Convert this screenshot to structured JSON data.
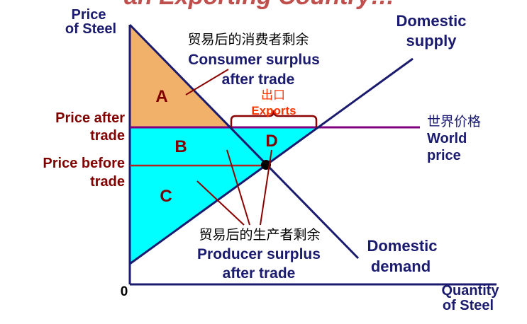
{
  "slide": {
    "title_fragment": "an Exporting Country…"
  },
  "axes": {
    "y_label_line1": "Price",
    "y_label_line2": "of Steel",
    "origin": "0",
    "x_label_line1": "Quantity",
    "x_label_line2": "of Steel"
  },
  "price_labels": {
    "after_line1": "Price after",
    "after_line2": "trade",
    "before_line1": "Price before",
    "before_line2": "trade"
  },
  "curves": {
    "supply_line1": "Domestic",
    "supply_line2": "supply",
    "demand_line1": "Domestic",
    "demand_line2": "demand",
    "world_price_cn": "世界价格",
    "world_price_line1": "World",
    "world_price_line2": "price"
  },
  "regions": {
    "a": "A",
    "b": "B",
    "c": "C",
    "d": "D"
  },
  "annotations": {
    "consumer_surplus_cn": "贸易后的消费者剩余",
    "consumer_surplus_line1": "Consumer surplus",
    "consumer_surplus_line2": "after trade",
    "exports_cn": "出口",
    "exports_en": "Exports",
    "producer_surplus_cn": "贸易后的生产者剩余",
    "producer_surplus_line1": "Producer surplus",
    "producer_surplus_line2": "after trade"
  },
  "colors": {
    "consumer_surplus_fill": "#f2b16b",
    "producer_surplus_fill": "#00ffff",
    "curve_navy": "#1a1a6e",
    "world_price_line": "#800080",
    "price_before_line": "#b22222",
    "pointer_lines": "#8b0000",
    "label_maroon": "#800000",
    "exports_red": "#ff3300"
  }
}
